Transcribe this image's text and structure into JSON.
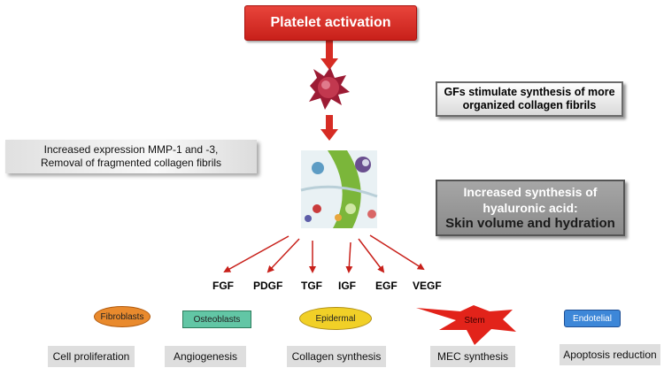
{
  "title": "Platelet activation",
  "gf_box": {
    "text": "GFs stimulate synthesis of more organized collagen fibrils"
  },
  "mmp_box": {
    "line1": "Increased expression  MMP-1 and -3,",
    "line2": "Removal of fragmented collagen fibrils"
  },
  "ha_box": {
    "line1": "Increased synthesis of",
    "line2": "hyaluronic acid:",
    "line3": "Skin volume and hydration"
  },
  "growth_factors": [
    "FGF",
    "PDGF",
    "TGF",
    "IGF",
    "EGF",
    "VEGF"
  ],
  "cells": {
    "fibroblasts": "Fibroblasts",
    "osteoblasts": "Osteoblasts",
    "epidermal": "Epidermal",
    "stem": "Stem",
    "endotelial": "Endotelial"
  },
  "outcomes": [
    "Cell proliferation",
    "Angiogenesis",
    "Collagen synthesis",
    "MEC synthesis",
    "Apoptosis reduction"
  ],
  "colors": {
    "arrow": "#c8201a",
    "title_fill": "#d62c24",
    "fibroblasts": "#e98a2d",
    "osteoblasts": "#62c6a5",
    "epidermal": "#f1d027",
    "stem": "#e2231a",
    "endotelial": "#3d87d8"
  }
}
